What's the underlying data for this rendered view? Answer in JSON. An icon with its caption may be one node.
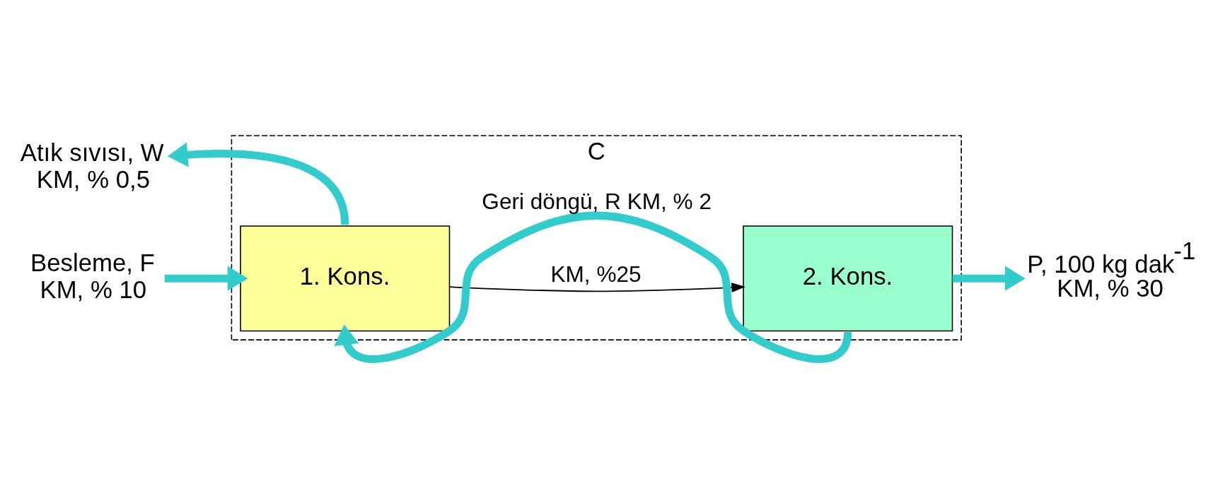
{
  "diagram": {
    "nodes": [
      {
        "text": [
          "C"
        ]
      },
      {
        "text": [
          "Besleme, F",
          "KM, % 10"
        ]
      },
      {
        "text": [
          "1. Kons."
        ],
        "in": 0
      },
      {
        "text": [
          "2. Kons."
        ],
        "in": 0
      },
      {
        "text": [
          "Atık sıvısı, W",
          "KM, % 0,5"
        ]
      },
      {
        "text": [
          "P, 100 kg dak$^{-1}$",
          "KM, % 30"
        ]
      }
    ],
    "edges": [
      {
        "from": 1,
        "to": 2,
        "arrow": "to"
      },
      {
        "from": 2,
        "to": 4,
        "arrow": "to"
      },
      {
        "from": 2,
        "to": 3,
        "arrow": "to",
        "label": "KM, %25",
        "color": "#000000"
      },
      {
        "from": 3,
        "to": 5,
        "arrow": "to"
      },
      {
        "from": 3,
        "to": 2,
        "arrow": "to",
        "label": "Geri döngü, R KM, % 2"
      }
    ]
  }
}
